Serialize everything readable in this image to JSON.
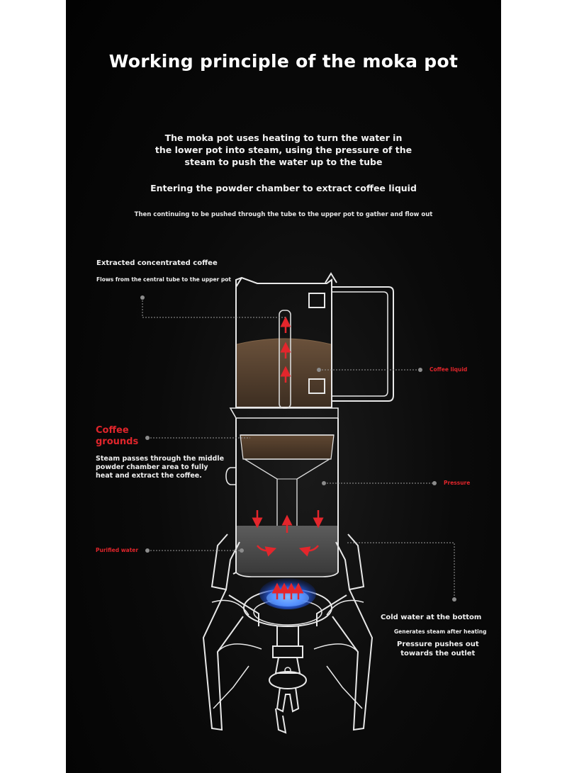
{
  "title": "Working principle of the moka pot",
  "intro": {
    "line1": "The moka pot uses heating to turn the water in",
    "line2": "the lower pot into steam, using the pressure of the",
    "line3": "steam to push the water up to the tube",
    "line4": "Entering the powder chamber to extract coffee liquid",
    "line5": "Then continuing to be pushed through the tube to the upper pot to gather and flow out"
  },
  "labels": {
    "extracted_title": "Extracted concentrated coffee",
    "extracted_sub": "Flows from the central tube to the upper pot",
    "coffee_liquid": "Coffee liquid",
    "grounds_title_1": "Coffee",
    "grounds_title_2": "grounds",
    "grounds_desc_1": "Steam passes through the middle",
    "grounds_desc_2": "powder chamber area to fully",
    "grounds_desc_3": "heat and extract the coffee.",
    "pressure": "Pressure",
    "purified_water": "Purified water",
    "cold_title": "Cold water at the bottom",
    "cold_sub": "Generates steam after heating",
    "cold_desc_1": "Pressure pushes out",
    "cold_desc_2": "towards the outlet"
  },
  "colors": {
    "background": "#050505",
    "label_red": "#e0252b",
    "arrow_red": "#e3262c",
    "coffee": "#5a4431",
    "flame_blue": "#2e6bff",
    "line": "#e8e8e8"
  }
}
